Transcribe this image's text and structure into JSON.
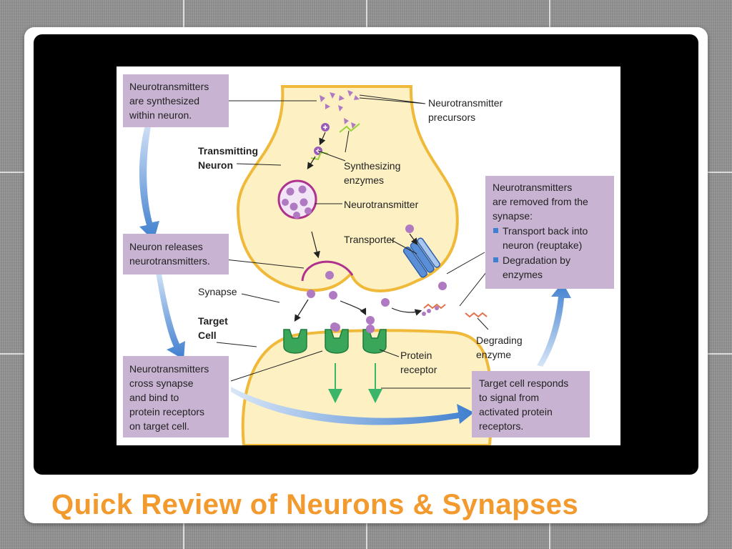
{
  "slide": {
    "title": "Quick Review of Neurons & Synapses",
    "colors": {
      "title": "#f29a2e",
      "box": "#c9b3d3",
      "neuron_outline": "#f0b93a",
      "neuron_fill": "#fdf3c8",
      "neurotransmitter": "#b07ac3",
      "receptor": "#3aa65a",
      "arrow": "#3f7fcf"
    }
  },
  "diagram": {
    "boxes": {
      "synthesized": [
        "Neurotransmitters",
        "are synthesized",
        "within neuron."
      ],
      "releases": [
        "Neuron releases",
        "neurotransmitters."
      ],
      "cross": [
        "Neurotransmitters",
        "cross synapse",
        "and bind to",
        "protein receptors",
        "on target cell."
      ],
      "removed_intro": [
        "Neurotransmitters",
        "are removed from the",
        "synapse:"
      ],
      "removed_bullet1": [
        "Transport back into",
        "neuron (reuptake)"
      ],
      "removed_bullet2": [
        "Degradation by",
        "enzymes"
      ],
      "responds": [
        "Target cell responds",
        "to signal from",
        "activated protein",
        "receptors."
      ]
    },
    "labels": {
      "precursors": [
        "Neurotransmitter",
        "precursors"
      ],
      "transmitting_neuron": [
        "Transmitting",
        "Neuron"
      ],
      "synthesizing": [
        "Synthesizing",
        "enzymes"
      ],
      "neurotransmitter": "Neurotransmitter",
      "transporter": "Transporter",
      "synapse": "Synapse",
      "target_cell": [
        "Target",
        "Cell"
      ],
      "protein_receptor": [
        "Protein",
        "receptor"
      ],
      "degrading_enzyme": [
        "Degrading",
        "enzyme"
      ]
    }
  }
}
